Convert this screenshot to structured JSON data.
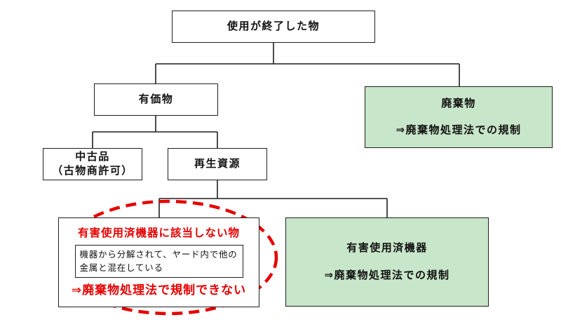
{
  "diagram": {
    "title_hint": "使用が終了した物の分類フロー",
    "colors": {
      "highlight_green": "#c8e6c9",
      "alert_red": "#e60000",
      "line_black": "#1f1f1f"
    },
    "nodes": {
      "root": {
        "label": "使用が終了した物"
      },
      "valuable": {
        "label": "有価物"
      },
      "waste": {
        "title": "廃棄物",
        "note": "⇒廃棄物処理法での規制"
      },
      "used_goods": {
        "line1": "中古品",
        "line2": "（古物商許可）"
      },
      "recycled": {
        "label": "再生資源"
      },
      "not_applicable": {
        "title": "有害使用済機器に該当しない物",
        "detail_lines": {
          "0": "機器から分解されて、ヤード内で他の",
          "1": "金属と混在している"
        },
        "note": "⇒廃棄物処理法で規制できない"
      },
      "hazardous": {
        "title": "有害使用済機器",
        "note": "⇒廃棄物処理法での規制"
      }
    }
  }
}
